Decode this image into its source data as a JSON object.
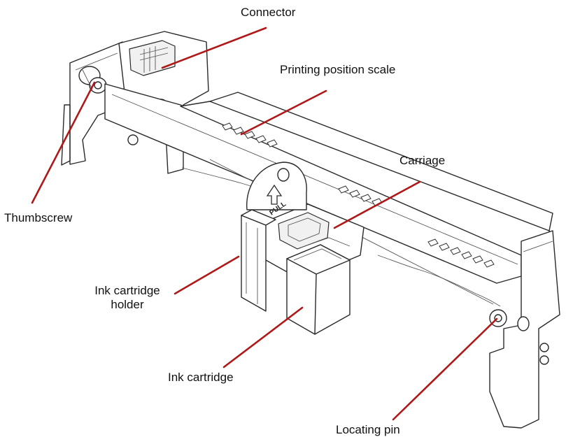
{
  "labels": {
    "connector": "Connector",
    "printing_position_scale": "Printing position scale",
    "carriage": "Carriage",
    "thumbscrew": "Thumbscrew",
    "ink_cartridge_holder_line1": "Ink cartridge",
    "ink_cartridge_holder_line2": "holder",
    "ink_cartridge": "Ink cartridge",
    "locating_pin": "Locating pin",
    "pull_tab_text": "PULL"
  },
  "colors": {
    "leader_line": "#b01818",
    "outline": "#2a2a2a",
    "background": "#ffffff"
  }
}
